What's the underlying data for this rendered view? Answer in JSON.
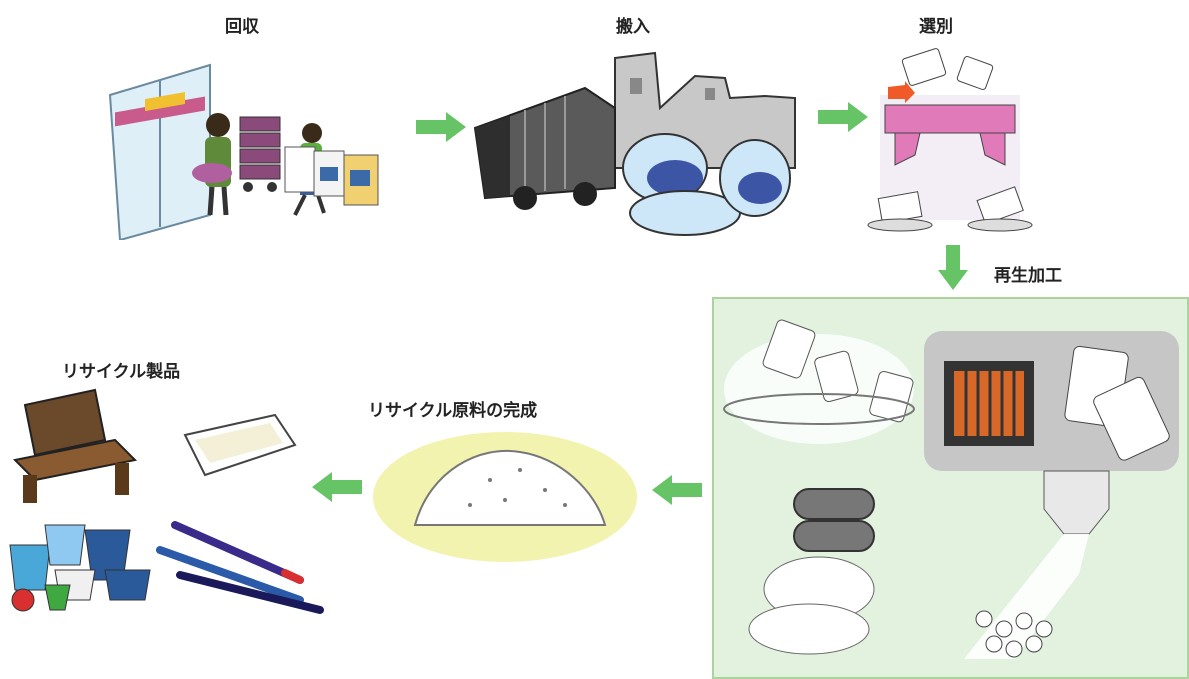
{
  "steps": {
    "collection": "回収",
    "transport": "搬入",
    "sorting": "選別",
    "reprocessing": "再生加工",
    "raw_material": "リサイクル原料の完成",
    "products": "リサイクル製品"
  },
  "colors": {
    "arrow": "#66c466",
    "panel_bg": "#e2f2df",
    "panel_border": "#aad49b",
    "sorter": "#e07ab8",
    "bag": "#9cc8ec",
    "pile_glow": "#f3f3b0"
  },
  "icons": [
    "store-collection-illustration",
    "garbage-truck-illustration",
    "factory-silhouette",
    "garbage-bag-icon",
    "sorting-machine-illustration",
    "shredder-illustration",
    "heater-illustration",
    "pellet-hopper-illustration",
    "bench-illustration",
    "food-tray-illustration",
    "plant-pots-illustration",
    "marker-pens-illustration"
  ]
}
